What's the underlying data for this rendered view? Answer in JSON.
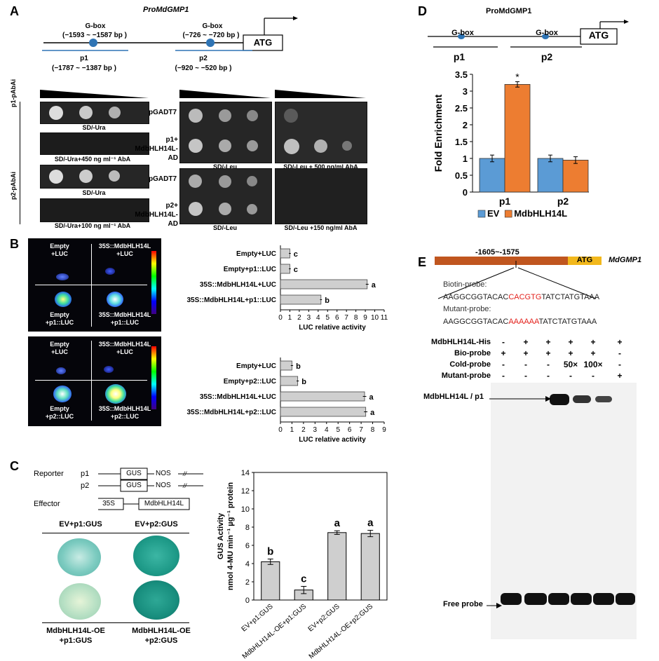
{
  "panelA": {
    "letter": "A",
    "promoter": "ProMdGMP1",
    "gbox1": "G-box",
    "gbox1_pos": "(−1593 ~ −1587 bp )",
    "gbox2": "G-box",
    "gbox2_pos": "(−726 ~ −720 bp )",
    "atg": "ATG",
    "p1": "p1",
    "p1_pos": "(−1787 ~ −1387 bp )",
    "p2": "p2",
    "p2_pos": "(−920 ~ −520 bp )",
    "p1_pabai": "p1-pAbAi",
    "p2_pabai": "p2-pAbAi",
    "sd_ura": "SD/-Ura",
    "sd_ura_450": "SD/-Ura+450 ng ml⁻¹ AbA",
    "sd_ura_100": "SD/-Ura+100 ng ml⁻¹ AbA",
    "pgadt7": "pGADT7",
    "p1_ad": "p1+\nMdbHLH14L-AD",
    "p2_ad": "p2+\nMdbHLH14L-AD",
    "sd_leu": "SD/-Leu",
    "sd_leu_500": "SD/-Leu + 500 ng/ml AbA",
    "sd_leu_150": "SD/-Leu +150 ng/ml AbA"
  },
  "panelB": {
    "letter": "B",
    "img1_labels": [
      "Empty\n+LUC",
      "35S::MdbHLH14L\n+LUC",
      "Empty\n+p1::LUC",
      "35S::MdbHLH14L\n+p1::LUC"
    ],
    "img2_labels": [
      "Empty\n+LUC",
      "35S::MdbHLH14L\n+LUC",
      "Empty\n+p2::LUC",
      "35S::MdbHLH14L\n+p2::LUC"
    ]
  },
  "panelC": {
    "letter": "C",
    "reporter": "Reporter",
    "effector": "Effector",
    "p1": "p1",
    "p2": "p2",
    "gus": "GUS",
    "nos": "NOS",
    "s35": "35S",
    "mdb": "MdbHLH14L",
    "ev_p1": "EV+p1:GUS",
    "ev_p2": "EV+p2:GUS",
    "oe_p1": "MdbHLH14L-OE\n+p1:GUS",
    "oe_p2": "MdbHLH14L-OE\n+p2:GUS"
  },
  "panelD": {
    "letter": "D",
    "promoter": "ProMdGMP1",
    "gbox": "G-box",
    "atg": "ATG",
    "p1": "p1",
    "p2": "p2"
  },
  "panelE": {
    "letter": "E",
    "region": "-1605~-1575",
    "atg": "ATG",
    "gene": "MdGMP1",
    "biotin_label": "Biotin-probe:",
    "biotin_pre": "AAGGCGGTACAC",
    "biotin_mid": "CACGTG",
    "biotin_post": "TATCTATGTAAA",
    "mutant_label": "Mutant-probe:",
    "mutant_pre": "AAGGCGGTACAC",
    "mutant_mid": "AAAAAA",
    "mutant_post": "TATCTATGTAAA",
    "rows": [
      {
        "name": "MdbHLH14L-His",
        "vals": [
          "-",
          "+",
          "+",
          "+",
          "+",
          "+"
        ]
      },
      {
        "name": "Bio-probe",
        "vals": [
          "+",
          "+",
          "+",
          "+",
          "+",
          "-"
        ]
      },
      {
        "name": "Cold-probe",
        "vals": [
          "-",
          "-",
          "-",
          "50×",
          "100×",
          "-"
        ]
      },
      {
        "name": "Mutant-probe",
        "vals": [
          "-",
          "-",
          "-",
          "-",
          "-",
          "+"
        ]
      }
    ],
    "complex_label": "MdbHLH14L / p1",
    "free_label": "Free probe"
  },
  "chart_data": [
    {
      "id": "B1",
      "type": "bar",
      "orientation": "horizontal",
      "categories": [
        "Empty+LUC",
        "Empty+p1::LUC",
        "35S::MdbHLH14L+LUC",
        "35S::MdbHLH14L+p1::LUC"
      ],
      "values": [
        1.0,
        1.0,
        9.2,
        4.3
      ],
      "errors": [
        0.1,
        0.1,
        0.15,
        0.1
      ],
      "letters": [
        "c",
        "c",
        "a",
        "b"
      ],
      "xlabel": "LUC relative activity",
      "xlim": [
        0,
        11
      ],
      "xticks": [
        "0",
        "1",
        "2",
        "3",
        "4",
        "5",
        "6",
        "7",
        "8",
        "9",
        "10",
        "11"
      ],
      "color": "#cfcfcf"
    },
    {
      "id": "B2",
      "type": "bar",
      "orientation": "horizontal",
      "categories": [
        "Empty+LUC",
        "Empty+p2::LUC",
        "35S::MdbHLH14L+LUC",
        "35S::MdbHLH14L+p2::LUC"
      ],
      "values": [
        1.0,
        1.5,
        7.3,
        7.4
      ],
      "errors": [
        0.1,
        0.1,
        0.15,
        0.15
      ],
      "letters": [
        "b",
        "b",
        "a",
        "a"
      ],
      "xlabel": "LUC relative activity",
      "xlim": [
        0,
        9
      ],
      "xticks": [
        "0",
        "1",
        "2",
        "3",
        "4",
        "5",
        "6",
        "7",
        "8",
        "9"
      ],
      "color": "#cfcfcf"
    },
    {
      "id": "C",
      "type": "bar",
      "categories": [
        "EV+p1:GUS",
        "MdbHLH14L-OE+p1:GUS",
        "EV+p2:GUS",
        "MdbHLH14L-OE+p2:GUS"
      ],
      "values": [
        4.2,
        1.1,
        7.4,
        7.3
      ],
      "errors": [
        0.3,
        0.4,
        0.2,
        0.35
      ],
      "letters": [
        "b",
        "c",
        "a",
        "a"
      ],
      "ylabel": "GUS Activity\nnmol 4-MU min⁻¹ µg⁻¹ protein",
      "ylim": [
        0,
        14
      ],
      "yticks": [
        "0",
        "2",
        "4",
        "6",
        "8",
        "10",
        "12",
        "14"
      ],
      "color": "#cfcfcf"
    },
    {
      "id": "D",
      "type": "bar",
      "categories": [
        "p1",
        "p2"
      ],
      "series": [
        {
          "name": "EV",
          "values": [
            1.0,
            1.0
          ],
          "errors": [
            0.1,
            0.1
          ],
          "color": "#5b9bd5"
        },
        {
          "name": "MdbHLH14L",
          "values": [
            3.2,
            0.95
          ],
          "errors": [
            0.08,
            0.1
          ],
          "color": "#ed7d31"
        }
      ],
      "annotations": [
        "*"
      ],
      "ylabel": "Fold Enrichment",
      "ylim": [
        0,
        3.5
      ],
      "yticks": [
        "0",
        "0.5",
        "1",
        "1.5",
        "2",
        "2.5",
        "3",
        "3.5"
      ]
    }
  ]
}
